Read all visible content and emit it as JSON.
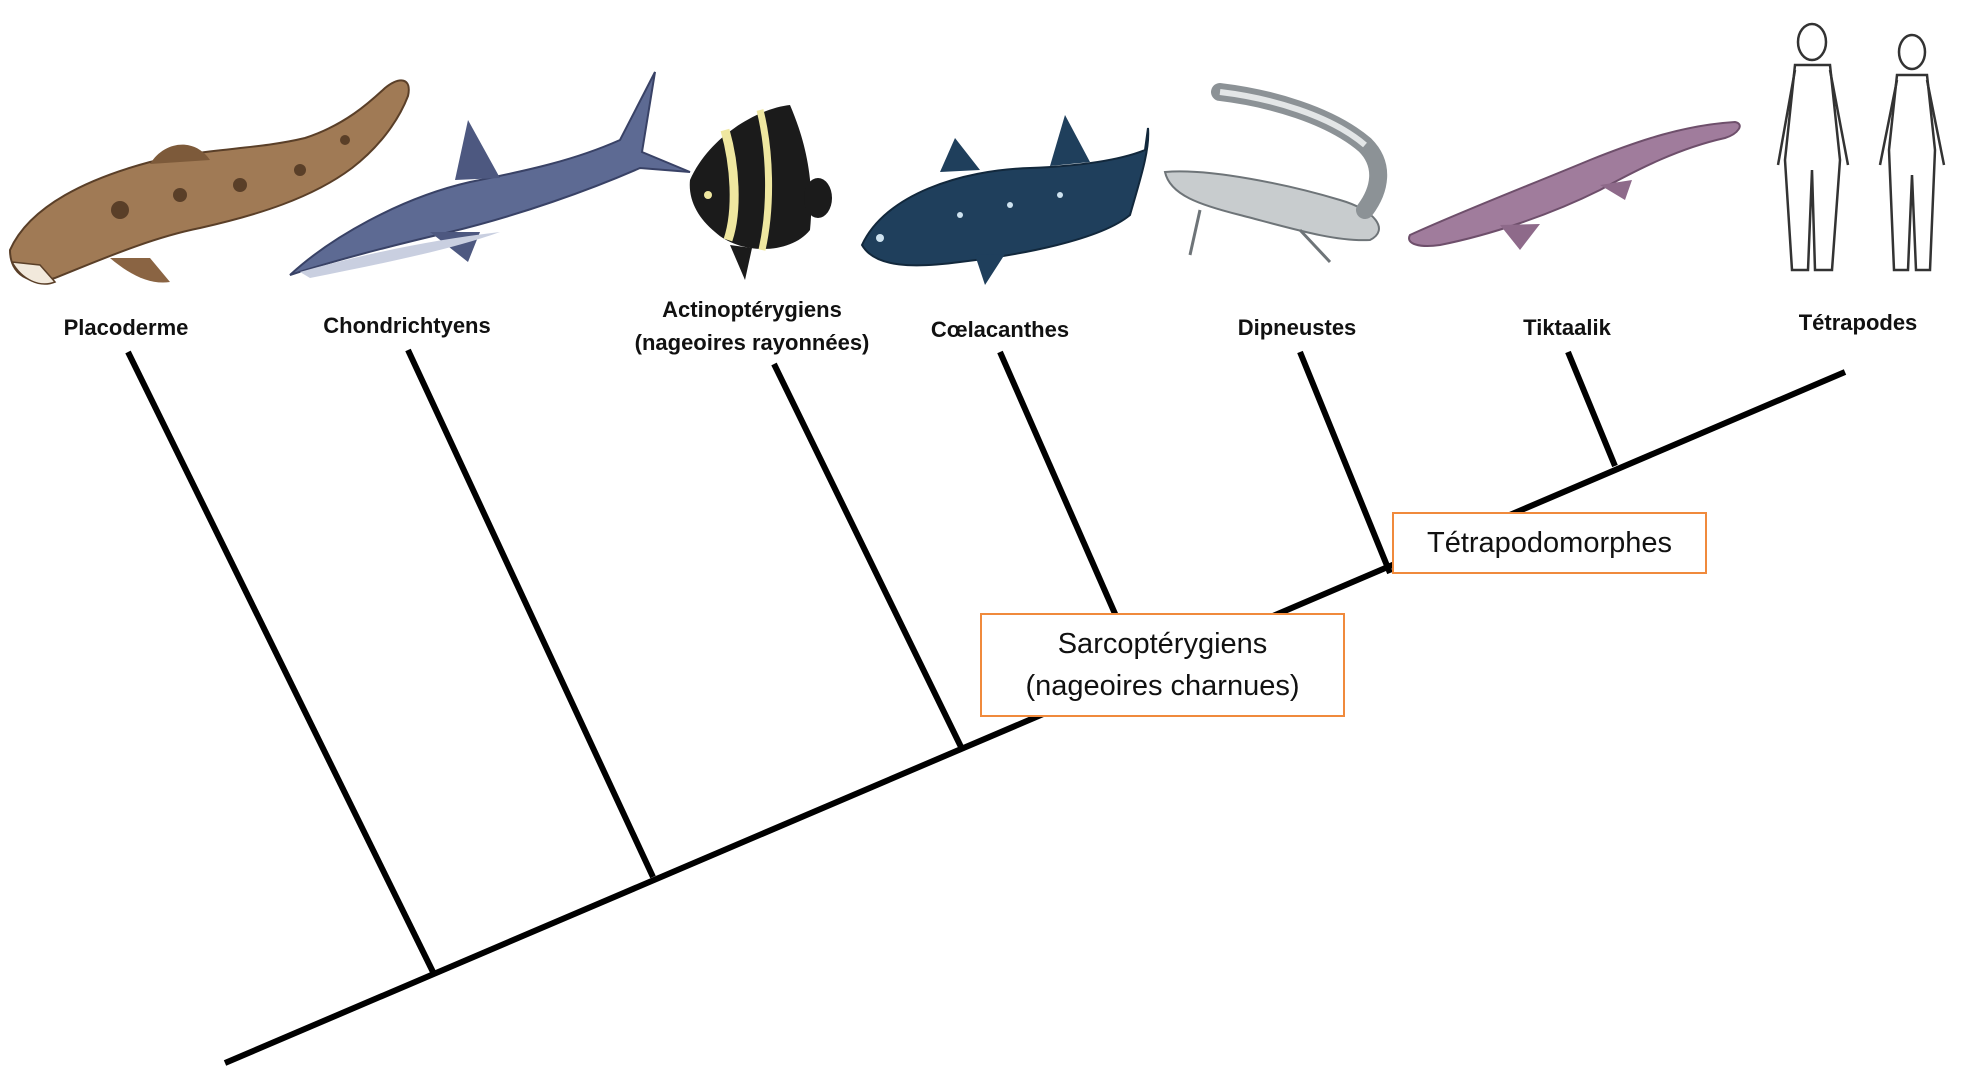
{
  "taxa": [
    {
      "id": "placoderme",
      "lines": [
        "Placoderme"
      ],
      "illustration": "placoderm-fish-illustration"
    },
    {
      "id": "chondrichtyens",
      "lines": [
        "Chondrichtyens"
      ],
      "illustration": "shark-illustration"
    },
    {
      "id": "actinopterygiens",
      "lines": [
        "Actinoptérygiens",
        "(nageoires rayonnées)"
      ],
      "illustration": "angelfish-illustration"
    },
    {
      "id": "coelacanthes",
      "lines": [
        "Cœlacanthes"
      ],
      "illustration": "coelacanth-illustration"
    },
    {
      "id": "dipneustes",
      "lines": [
        "Dipneustes"
      ],
      "illustration": "lungfish-illustration"
    },
    {
      "id": "tiktaalik",
      "lines": [
        "Tiktaalik"
      ],
      "illustration": "tiktaalik-illustration"
    },
    {
      "id": "tetrapodes",
      "lines": [
        "Tétrapodes"
      ],
      "illustration": "human-figures-illustration"
    }
  ],
  "clades": [
    {
      "id": "sarcopterygiens",
      "lines": [
        "Sarcoptérygiens",
        "(nageoires charnues)"
      ]
    },
    {
      "id": "tetrapodomorphes",
      "lines": [
        "Tétrapodomorphes"
      ]
    }
  ],
  "colors": {
    "tree_line": "#000000",
    "clade_border": "#f08a3c",
    "placoderm": "#a07a55",
    "shark": "#5d6a93",
    "angelfish": "#1b1b1b",
    "coelacanth": "#1f3f5c",
    "lungfish": "#c8ccce",
    "tiktaalik": "#a07c9c",
    "human_outline": "#333333"
  }
}
